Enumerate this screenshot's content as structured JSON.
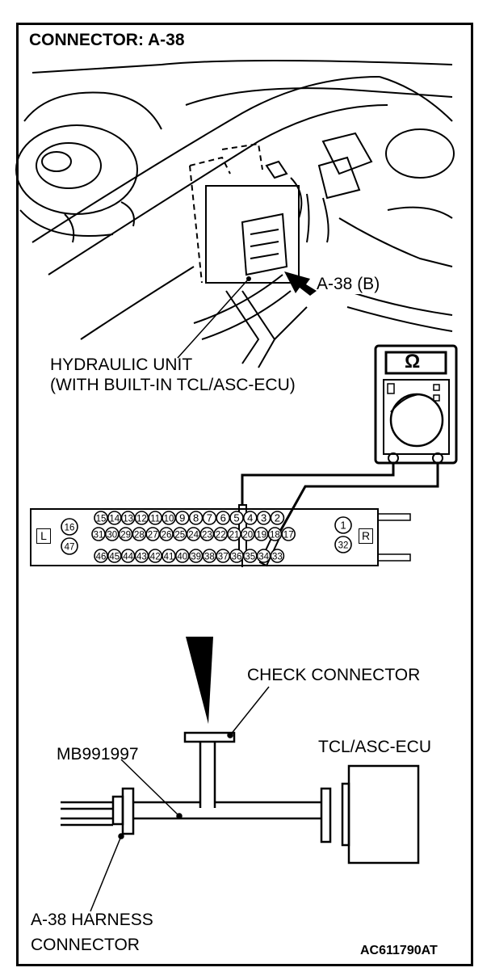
{
  "title": "CONNECTOR: A-38",
  "photo": {
    "connector_callout": "A-38 (B)",
    "unit_label_line1": "HYDRAULIC UNIT",
    "unit_label_line2": "(WITH BUILT-IN TCL/ASC-ECU)"
  },
  "meter": {
    "symbol": "Ω"
  },
  "connector_face": {
    "left_side": "L",
    "right_side": "R",
    "top_row": [
      "15",
      "14",
      "13",
      "12",
      "11",
      "10",
      "9",
      "8",
      "7",
      "6",
      "5",
      "4",
      "3",
      "2"
    ],
    "middle_row": [
      "31",
      "30",
      "29",
      "28",
      "27",
      "26",
      "25",
      "24",
      "23",
      "22",
      "21",
      "20",
      "19",
      "18",
      "17"
    ],
    "bottom_row": [
      "46",
      "45",
      "44",
      "43",
      "42",
      "41",
      "40",
      "39",
      "38",
      "37",
      "36",
      "35",
      "34",
      "33"
    ],
    "left_pins": [
      "16",
      "47"
    ],
    "right_pins": [
      "1",
      "32"
    ]
  },
  "harness": {
    "check_connector": "CHECK CONNECTOR",
    "tool": "MB991997",
    "ecu": "TCL/ASC-ECU",
    "harness_line1": "A-38 HARNESS",
    "harness_line2": "CONNECTOR"
  },
  "figure_code": "AC611790AT"
}
